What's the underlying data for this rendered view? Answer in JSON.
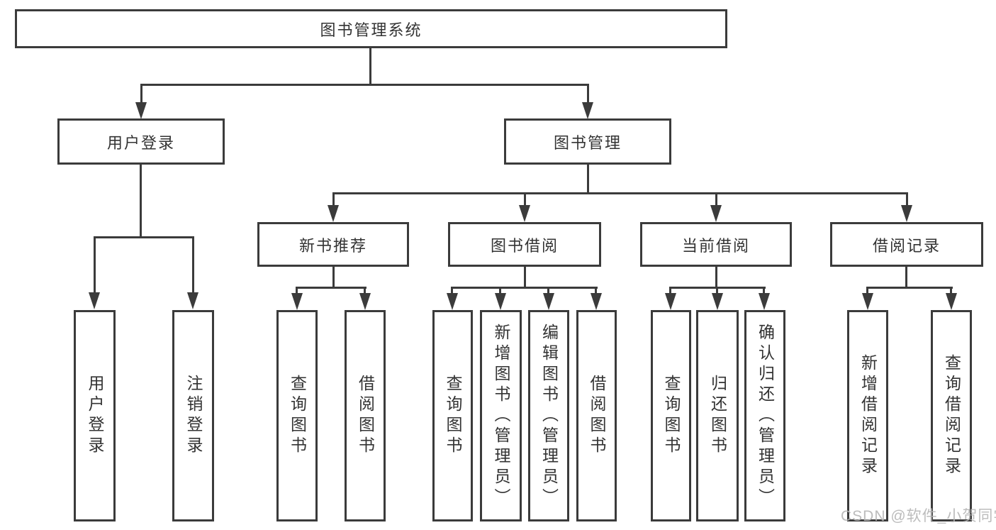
{
  "diagram": {
    "type": "hierarchy-tree",
    "root": {
      "label": "图书管理系统"
    },
    "level2": {
      "user_login": {
        "label": "用户登录"
      },
      "book_mgmt": {
        "label": "图书管理"
      }
    },
    "level3": {
      "new_books": {
        "label": "新书推荐",
        "parent": "图书管理"
      },
      "borrow": {
        "label": "图书借阅",
        "parent": "图书管理"
      },
      "current": {
        "label": "当前借阅",
        "parent": "图书管理"
      },
      "records": {
        "label": "借阅记录",
        "parent": "图书管理"
      }
    },
    "leaves": {
      "user_login_login": {
        "label": "用户登录",
        "parent": "用户登录"
      },
      "user_login_logout": {
        "label": "注销登录",
        "parent": "用户登录"
      },
      "new_books_query": {
        "label": "查询图书",
        "parent": "新书推荐"
      },
      "new_books_borrow": {
        "label": "借阅图书",
        "parent": "新书推荐"
      },
      "borrow_query": {
        "label": "查询图书",
        "parent": "图书借阅"
      },
      "borrow_add": {
        "label": "新增图书（管理员）",
        "parent": "图书借阅"
      },
      "borrow_edit": {
        "label": "编辑图书（管理员）",
        "parent": "图书借阅"
      },
      "borrow_lend": {
        "label": "借阅图书",
        "parent": "图书借阅"
      },
      "current_query": {
        "label": "查询图书",
        "parent": "当前借阅"
      },
      "current_return": {
        "label": "归还图书",
        "parent": "当前借阅"
      },
      "current_confirm": {
        "label": "确认归还（管理员）",
        "parent": "当前借阅"
      },
      "records_add": {
        "label": "新增借阅记录",
        "parent": "借阅记录"
      },
      "records_query": {
        "label": "查询借阅记录",
        "parent": "借阅记录"
      }
    },
    "watermark": "CSDN @软件_小贺同学",
    "colors": {
      "line": "#3b3b3b",
      "text": "#333333",
      "box_fill": "#ffffff",
      "watermark": "#b5b5b5",
      "background": "#ffffff"
    }
  }
}
